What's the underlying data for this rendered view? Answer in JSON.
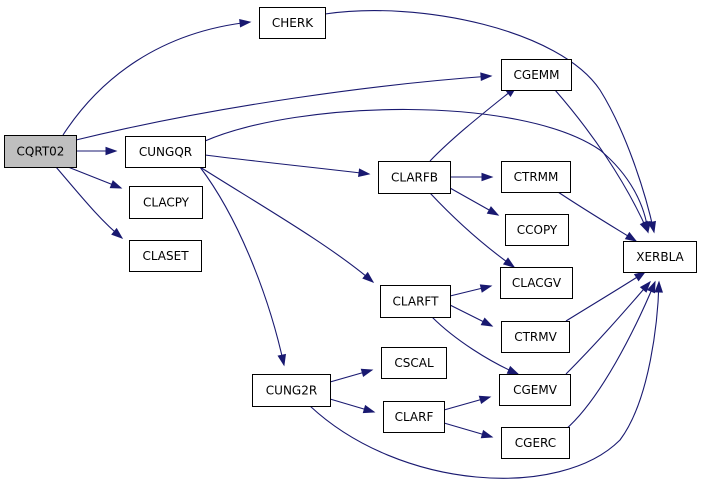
{
  "graph": {
    "colors": {
      "edge": "#191970",
      "node_fill": "#ffffff",
      "root_fill": "#bfbfbf",
      "node_border": "#000000"
    },
    "nodes": [
      {
        "id": "CQRT02",
        "label": "CQRT02",
        "root": true
      },
      {
        "id": "CHERK",
        "label": "CHERK"
      },
      {
        "id": "CGEMM",
        "label": "CGEMM"
      },
      {
        "id": "CUNGQR",
        "label": "CUNGQR"
      },
      {
        "id": "CLACPY",
        "label": "CLACPY"
      },
      {
        "id": "CLASET",
        "label": "CLASET"
      },
      {
        "id": "CLARFB",
        "label": "CLARFB"
      },
      {
        "id": "CTRMM",
        "label": "CTRMM"
      },
      {
        "id": "CCOPY",
        "label": "CCOPY"
      },
      {
        "id": "XERBLA",
        "label": "XERBLA"
      },
      {
        "id": "CLACGV",
        "label": "CLACGV"
      },
      {
        "id": "CLARFT",
        "label": "CLARFT"
      },
      {
        "id": "CTRMV",
        "label": "CTRMV"
      },
      {
        "id": "CSCAL",
        "label": "CSCAL"
      },
      {
        "id": "CUNG2R",
        "label": "CUNG2R"
      },
      {
        "id": "CGEMV",
        "label": "CGEMV"
      },
      {
        "id": "CLARF",
        "label": "CLARF"
      },
      {
        "id": "CGERC",
        "label": "CGERC"
      }
    ],
    "edges": [
      {
        "from": "CQRT02",
        "to": "CHERK"
      },
      {
        "from": "CQRT02",
        "to": "CGEMM"
      },
      {
        "from": "CQRT02",
        "to": "CUNGQR"
      },
      {
        "from": "CQRT02",
        "to": "CLACPY"
      },
      {
        "from": "CQRT02",
        "to": "CLASET"
      },
      {
        "from": "CHERK",
        "to": "XERBLA"
      },
      {
        "from": "CGEMM",
        "to": "XERBLA"
      },
      {
        "from": "CUNGQR",
        "to": "XERBLA"
      },
      {
        "from": "CUNGQR",
        "to": "CLARFB"
      },
      {
        "from": "CUNGQR",
        "to": "CLARFT"
      },
      {
        "from": "CUNGQR",
        "to": "CUNG2R"
      },
      {
        "from": "CLARFB",
        "to": "CGEMM"
      },
      {
        "from": "CLARFB",
        "to": "CTRMM"
      },
      {
        "from": "CLARFB",
        "to": "CCOPY"
      },
      {
        "from": "CLARFB",
        "to": "CLACGV"
      },
      {
        "from": "CTRMM",
        "to": "XERBLA"
      },
      {
        "from": "CLARFT",
        "to": "CLACGV"
      },
      {
        "from": "CLARFT",
        "to": "CTRMV"
      },
      {
        "from": "CLARFT",
        "to": "CGEMV"
      },
      {
        "from": "CTRMV",
        "to": "XERBLA"
      },
      {
        "from": "CUNG2R",
        "to": "CSCAL"
      },
      {
        "from": "CUNG2R",
        "to": "CLARF"
      },
      {
        "from": "CUNG2R",
        "to": "XERBLA"
      },
      {
        "from": "CLARF",
        "to": "CGEMV"
      },
      {
        "from": "CLARF",
        "to": "CGERC"
      },
      {
        "from": "CGEMV",
        "to": "XERBLA"
      },
      {
        "from": "CGERC",
        "to": "XERBLA"
      }
    ]
  }
}
